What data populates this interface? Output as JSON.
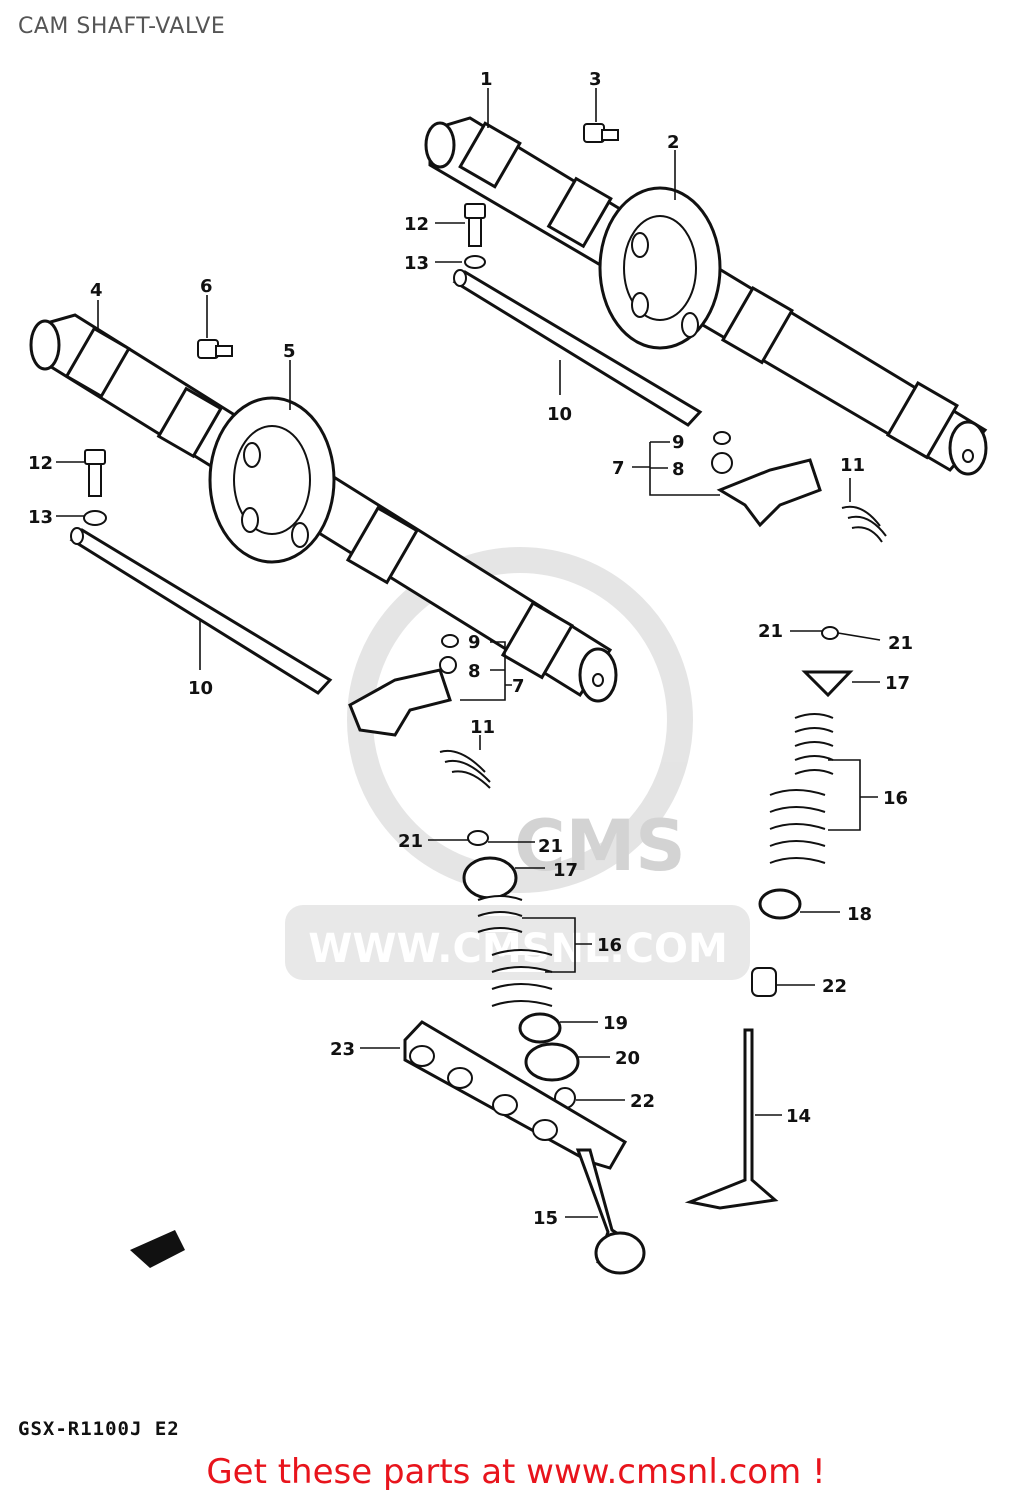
{
  "title": "CAM SHAFT-VALVE",
  "model_code": "GSX-R1100J E2",
  "footer": "Get these parts at www.cmsnl.com !",
  "watermark": {
    "brand": "CMS",
    "url": "WWW.CMSNL.COM"
  },
  "colors": {
    "footer": "#e8141c",
    "title": "#555555",
    "watermark": "#cfcfcf"
  },
  "callouts": {
    "c1": "1",
    "c2": "2",
    "c3": "3",
    "c4": "4",
    "c5": "5",
    "c6": "6",
    "c7a": "7",
    "c7b": "7",
    "c8a": "8",
    "c8b": "8",
    "c9a": "9",
    "c9b": "9",
    "c10a": "10",
    "c10b": "10",
    "c11a": "11",
    "c11b": "11",
    "c12a": "12",
    "c12b": "12",
    "c13a": "13",
    "c13b": "13",
    "c14": "14",
    "c15": "15",
    "c16a": "16",
    "c16b": "16",
    "c17a": "17",
    "c17b": "17",
    "c18": "18",
    "c19": "19",
    "c20": "20",
    "c21a": "21",
    "c21b": "21",
    "c21c": "21",
    "c21d": "21",
    "c22a": "22",
    "c22b": "22",
    "c23": "23"
  }
}
